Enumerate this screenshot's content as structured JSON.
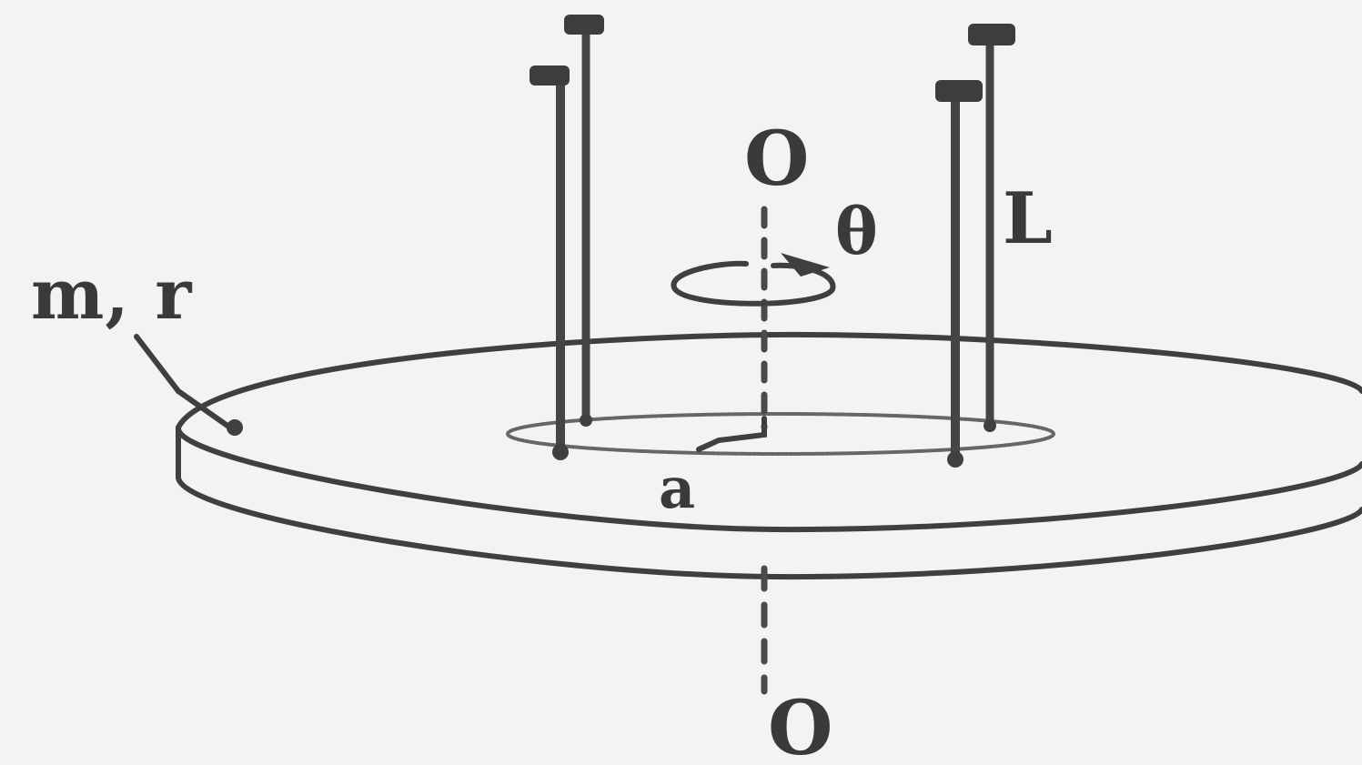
{
  "labels": {
    "mass_radius": "m, r",
    "axis_top": "O",
    "rotation_angle": "θ",
    "wire_length": "L",
    "attach_radius": "a",
    "axis_bottom": "O"
  },
  "colors": {
    "background": "#f3f3f1",
    "ink": "#3a3a3a",
    "wire": "#444444",
    "axis": "#4a4a4a"
  }
}
